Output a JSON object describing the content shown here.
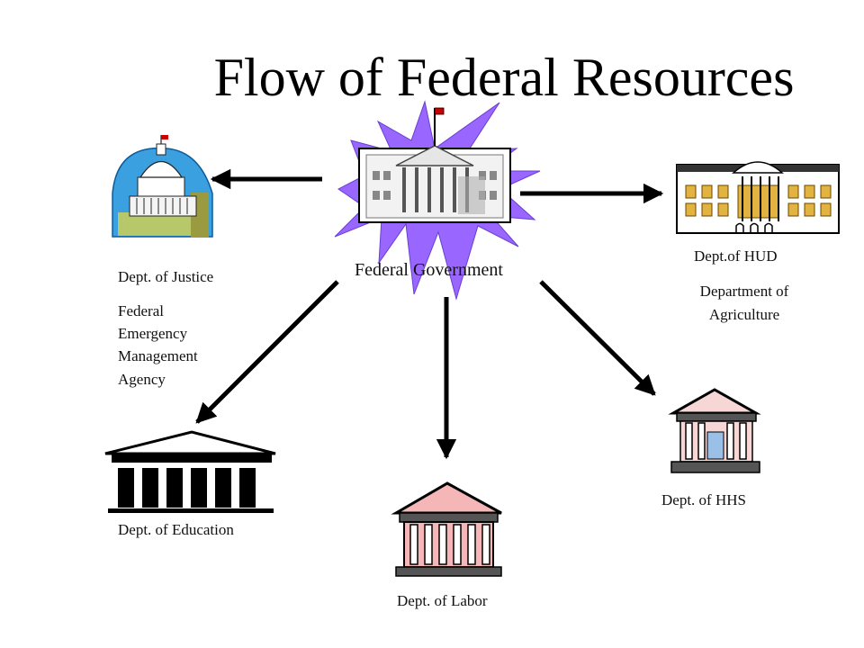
{
  "title": "Flow of Federal Resources",
  "center": {
    "label": "Federal Government",
    "icon": "white-house-icon"
  },
  "nodes": {
    "capitol": {
      "icon": "capitol-building-icon",
      "labels": [
        "Dept. of Justice",
        "Federal",
        "Emergency",
        "Management",
        "Agency"
      ]
    },
    "hud": {
      "icon": "white-house-south-icon",
      "labels": [
        "Dept.of HUD",
        "Department of",
        "Agriculture"
      ]
    },
    "education": {
      "icon": "greek-temple-icon",
      "label": "Dept. of Education"
    },
    "labor": {
      "icon": "columned-building-icon",
      "label": "Dept. of Labor"
    },
    "hhs": {
      "icon": "courthouse-icon",
      "label": "Dept. of HHS"
    }
  },
  "colors": {
    "starburst": "#9966ff",
    "arrow": "#000000",
    "capitol_sky": "#3aa0e0",
    "capitol_lawn": "#b7c86a",
    "pink_wall": "#f4b6b6",
    "flag": "#cc0000"
  }
}
